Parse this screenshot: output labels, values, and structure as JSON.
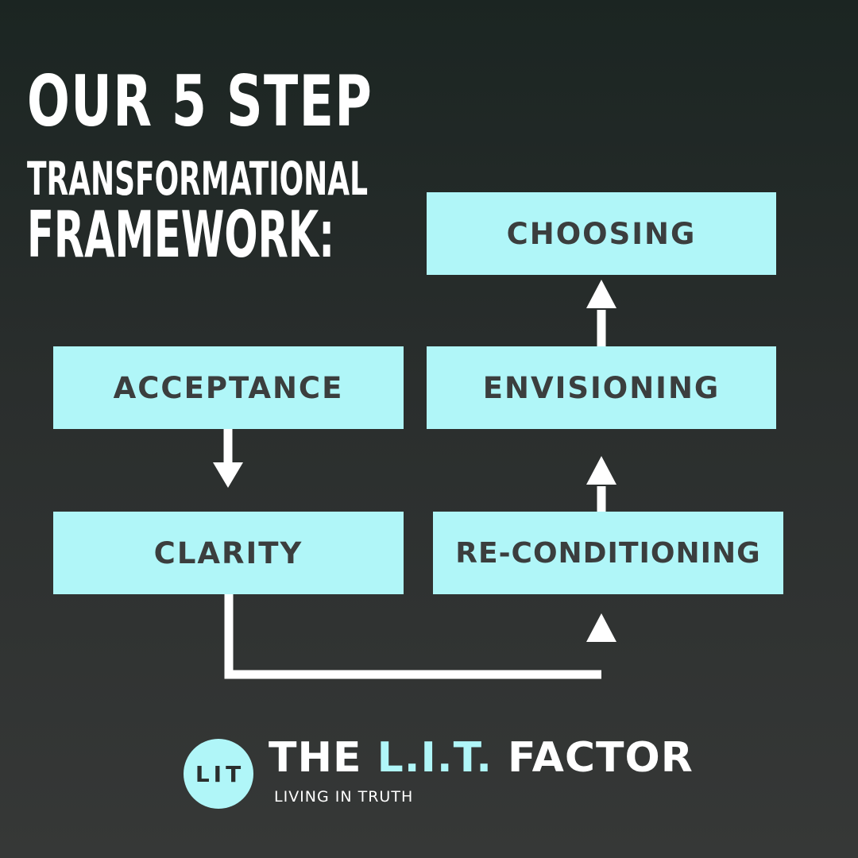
{
  "title": {
    "line1": "OUR 5 STEP",
    "line2": "TRANSFORMATIONAL",
    "line3": "FRAMEWORK:"
  },
  "steps": {
    "choosing": "CHOOSING",
    "envisioning": "ENVISIONING",
    "acceptance": "ACCEPTANCE",
    "clarity": "CLARITY",
    "reconditioning": "RE-CONDITIONING"
  },
  "flow": [
    {
      "from": "ACCEPTANCE",
      "to": "CLARITY"
    },
    {
      "from": "CLARITY",
      "to": "RE-CONDITIONING"
    },
    {
      "from": "RE-CONDITIONING",
      "to": "ENVISIONING"
    },
    {
      "from": "ENVISIONING",
      "to": "CHOOSING"
    }
  ],
  "brand": {
    "badge": "LIT",
    "name_prefix": "THE ",
    "name_accent": "L.I.T.",
    "name_suffix": " FACTOR",
    "tagline": "LIVING IN TRUTH"
  },
  "colors": {
    "box": "#b0f6f8",
    "box_text": "#3b3e3e",
    "arrow": "#ffffff",
    "accent": "#b0f6f8"
  }
}
